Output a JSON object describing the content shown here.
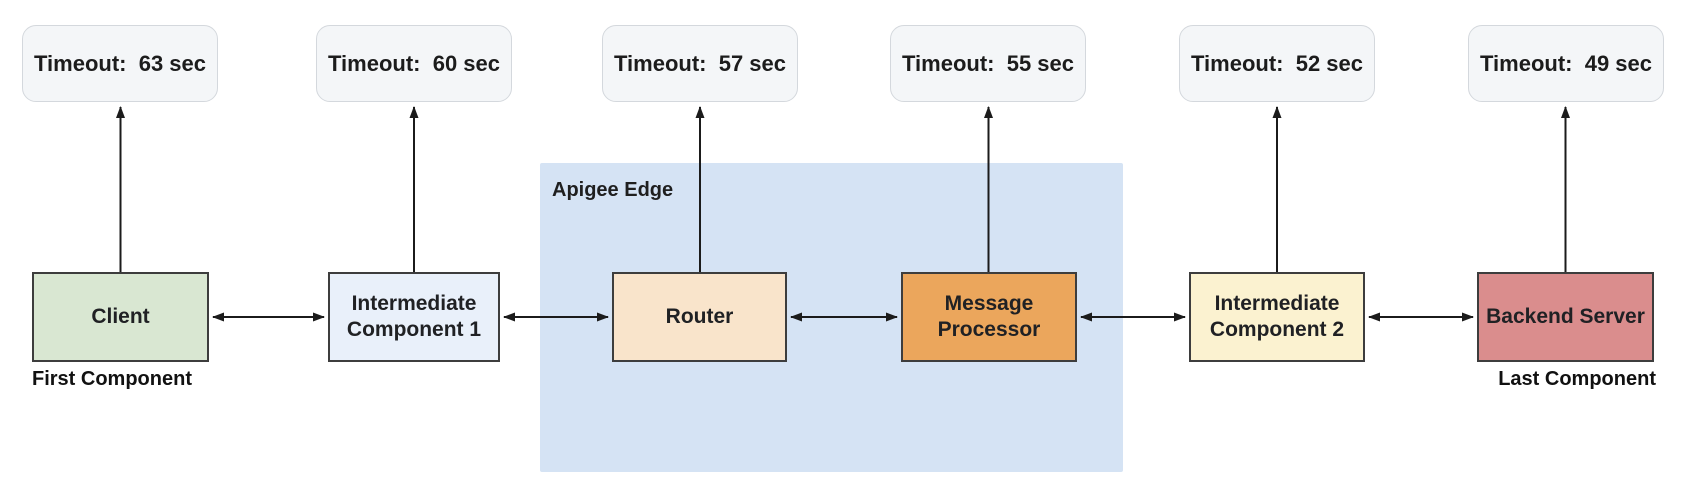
{
  "apigee": {
    "label": "Apigee Edge"
  },
  "timeouts": [
    "Timeout:  63 sec",
    "Timeout:  60 sec",
    "Timeout:  57 sec",
    "Timeout:  55 sec",
    "Timeout:  52 sec",
    "Timeout:  49 sec"
  ],
  "components": [
    {
      "label": "Client",
      "fill": "#d9e7d2"
    },
    {
      "label": "Intermediate Component 1",
      "fill": "#e9f0fa"
    },
    {
      "label": "Router",
      "fill": "#f9e4cb"
    },
    {
      "label": "Message Processor",
      "fill": "#eba65c"
    },
    {
      "label": "Intermediate Component 2",
      "fill": "#fbf2d0"
    },
    {
      "label": "Backend Server",
      "fill": "#da8d8d"
    }
  ],
  "captions": {
    "first": "First Component",
    "last": "Last Component"
  },
  "palette": {
    "apigee_region": "#d5e3f4",
    "callout_fill": "#f4f6f8",
    "callout_border": "#d4d8dd",
    "component_border": "#3d3d3d",
    "arrow": "#1b1b1b"
  }
}
